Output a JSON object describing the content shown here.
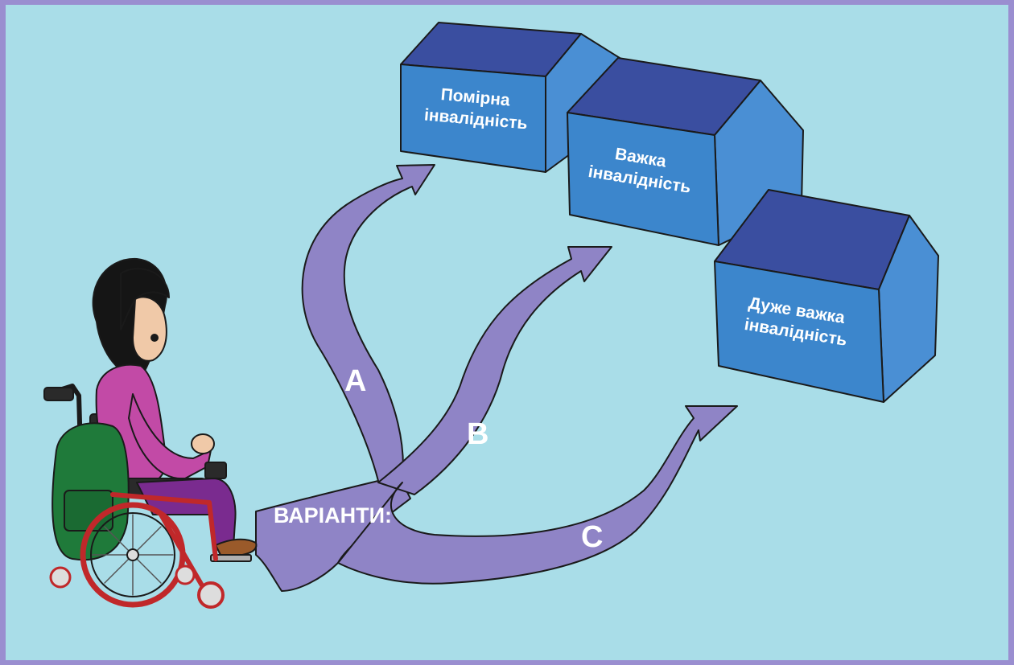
{
  "options_label": "ВАРІАНТИ:",
  "paths": [
    {
      "letter": "A"
    },
    {
      "letter": "B"
    },
    {
      "letter": "C"
    }
  ],
  "houses": [
    {
      "line1": "Помірна",
      "line2": "інвалідність"
    },
    {
      "line1": "Важка",
      "line2": "інвалідність"
    },
    {
      "line1": "Дуже важка",
      "line2": "інвалідність"
    }
  ],
  "colors": {
    "background": "#a9dde8",
    "frame": "#9a8ed0",
    "arrows": "#8f84c6",
    "house_front": "#3c86cc",
    "house_roof": "#3a4ea0",
    "house_side": "#4a8fd4"
  }
}
